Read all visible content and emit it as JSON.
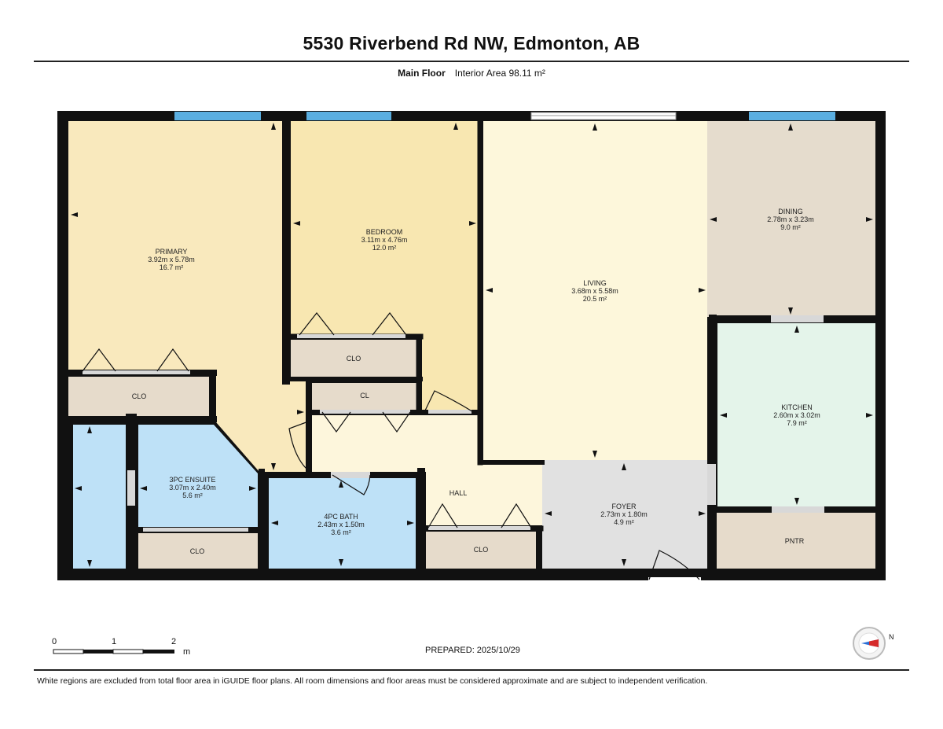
{
  "header": {
    "title": "5530 Riverbend Rd NW, Edmonton, AB",
    "floor": "Main Floor",
    "area": "Interior Area 98.11 m²"
  },
  "rooms": {
    "primary": {
      "name": "PRIMARY",
      "dims": "3.92m x 5.78m",
      "area": "16.7 m²"
    },
    "bedroom": {
      "name": "BEDROOM",
      "dims": "3.11m x 4.76m",
      "area": "12.0 m²"
    },
    "living": {
      "name": "LIVING",
      "dims": "3.68m x 5.58m",
      "area": "20.5 m²"
    },
    "dining": {
      "name": "DINING",
      "dims": "2.78m x 3.23m",
      "area": "9.0 m²"
    },
    "kitchen": {
      "name": "KITCHEN",
      "dims": "2.60m x 3.02m",
      "area": "7.9 m²"
    },
    "ensuite": {
      "name": "3PC ENSUITE",
      "dims": "3.07m x 2.40m",
      "area": "5.6 m²"
    },
    "bath": {
      "name": "4PC BATH",
      "dims": "2.43m x 1.50m",
      "area": "3.6 m²"
    },
    "foyer": {
      "name": "FOYER",
      "dims": "2.73m x 1.80m",
      "area": "4.9 m²"
    },
    "hall": {
      "name": "HALL"
    },
    "clo_primary": {
      "name": "CLO"
    },
    "clo_bedroom": {
      "name": "CLO"
    },
    "cl_hall": {
      "name": "CL"
    },
    "clo_ensuite": {
      "name": "CLO"
    },
    "clo_hall": {
      "name": "CLO"
    },
    "pntr": {
      "name": "PNTR"
    }
  },
  "scale": {
    "labels": [
      "0",
      "1",
      "2"
    ],
    "unit": "m"
  },
  "compass": {
    "label": "N"
  },
  "footer": {
    "prepared": "PREPARED: 2025/10/29",
    "disclaimer": "White regions are excluded from total floor area in iGUIDE floor plans. All room dimensions and floor areas must be considered approximate and are subject to independent verification."
  },
  "colors": {
    "primary": "#f9e9bd",
    "bedroom": "#f8e7b1",
    "living": "#fdf7db",
    "hall": "#fdf6dc",
    "dining": "#e5dccd",
    "kitchen": "#e4f4ea",
    "wet": "#bee1f7",
    "closet": "#e6dbcb",
    "foyer": "#e1e1e1",
    "wall": "#111111",
    "window": "#5aaee0"
  }
}
